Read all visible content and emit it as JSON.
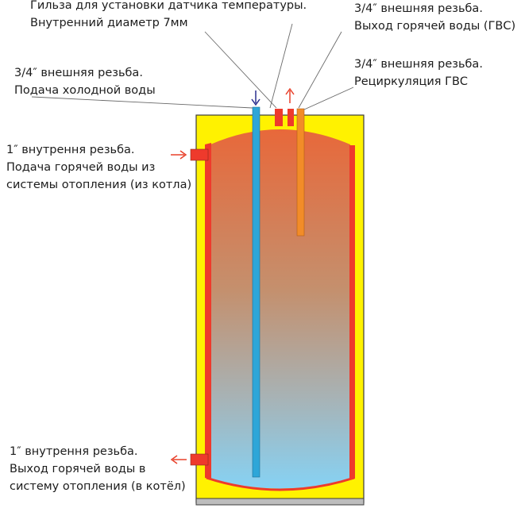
{
  "labels": {
    "sensor_sleeve": {
      "line1": "Гильза для установки датчика температуры.",
      "line2": "Внутренний диаметр 7мм"
    },
    "hot_water_outlet": {
      "line1": "3/4″ внешняя резьба.",
      "line2": "Выход горячей воды (ГВС)"
    },
    "cold_water_inlet": {
      "line1": "3/4″ внешняя резьба.",
      "line2": "Подача холодной воды"
    },
    "recirculation": {
      "line1": "3/4″ внешняя резьба.",
      "line2": "Рециркуляция ГВС"
    },
    "heating_supply": {
      "line1": "1″ внутрення резьба.",
      "line2": "Подача горячей воды из",
      "line3": "системы отопления (из котла)"
    },
    "heating_return": {
      "line1": "1″ внутрення резьба.",
      "line2": "Выход горячей воды в",
      "line3": "систему отопления (в котёл)"
    }
  },
  "colors": {
    "casing_yellow": "#fff200",
    "casing_outline": "#3c3c3c",
    "tank_top": "#e8693a",
    "tank_bottom": "#8ad0f2",
    "hot_pipe": "#ee3a2c",
    "cold_pipe": "#2ea6d8",
    "recirculation_pipe": "#f28c28",
    "leader_line": "#6a6a6a",
    "arrow_blue": "#2b2f8f",
    "arrow_red": "#e8402a",
    "base_gray": "#bdbdbd"
  }
}
